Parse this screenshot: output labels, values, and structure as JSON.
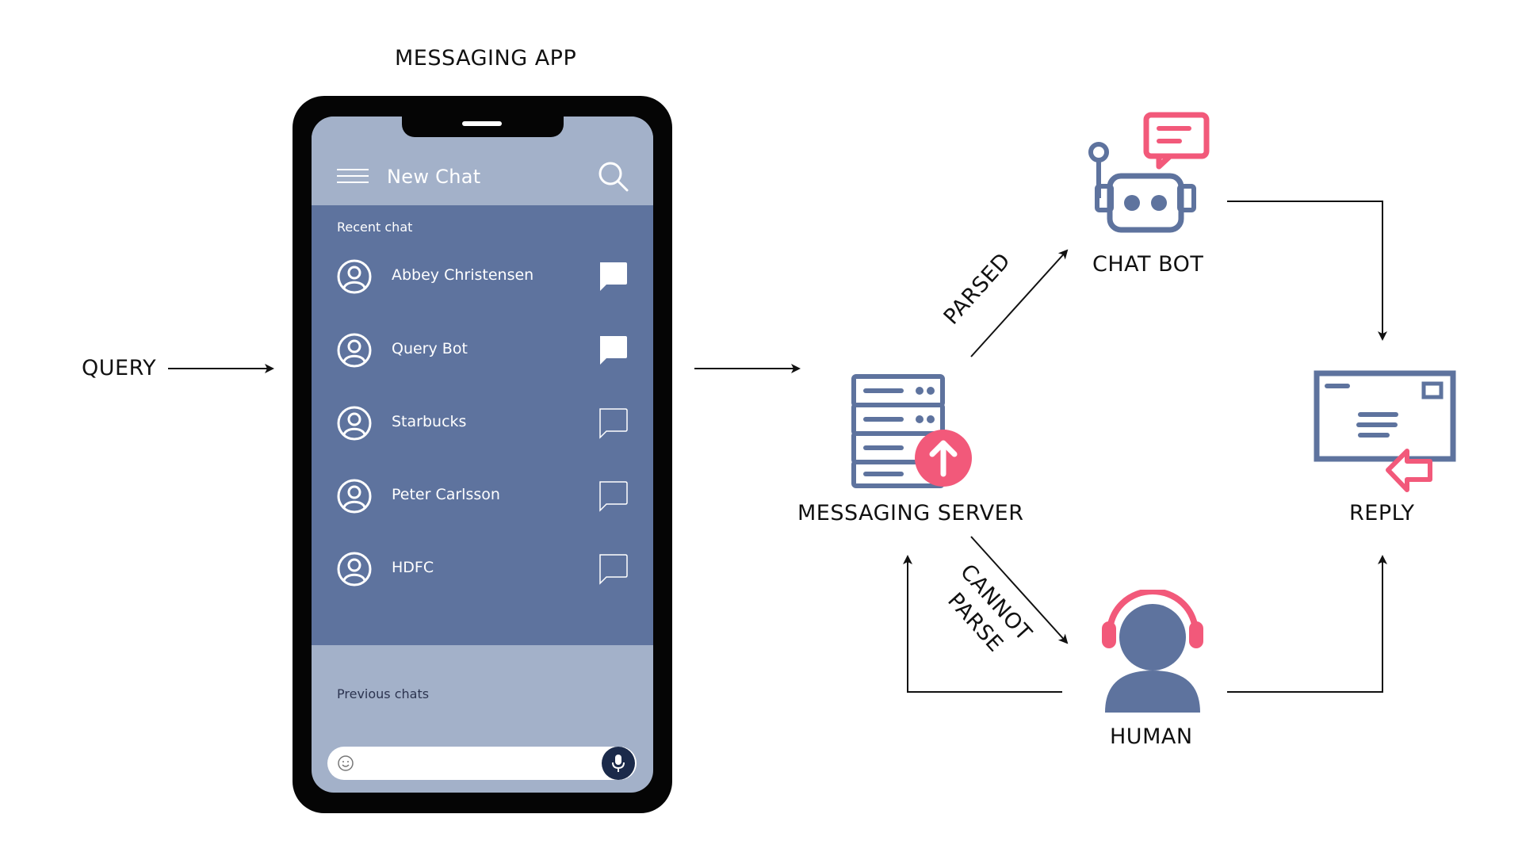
{
  "diagram": {
    "title": "MESSAGING APP",
    "query_label": "QUERY",
    "server_label": "MESSAGING SERVER",
    "chatbot_label": "CHAT BOT",
    "human_label": "HUMAN",
    "reply_label": "REPLY",
    "parsed_label": "PARSED",
    "cannot_label_line1": "CANNOT",
    "cannot_label_line2": "PARSE"
  },
  "phone": {
    "header_title": "New Chat",
    "recent_label": "Recent chat",
    "previous_label": "Previous chats",
    "chats": [
      {
        "name": "Abbey Christensen",
        "bubble": "filled"
      },
      {
        "name": "Query Bot",
        "bubble": "filled"
      },
      {
        "name": "Starbucks",
        "bubble": "outline"
      },
      {
        "name": "Peter Carlsson",
        "bubble": "outline"
      },
      {
        "name": "HDFC",
        "bubble": "outline"
      }
    ]
  },
  "colors": {
    "slate_blue": "#5e739e",
    "light_slate": "#a3b1c9",
    "accent_pink": "#f2597a",
    "navy": "#1b2a4a"
  },
  "icons": [
    "menu-icon",
    "search-icon",
    "user-icon",
    "chat-bubble-icon",
    "emoji-icon",
    "mic-icon",
    "server-icon",
    "upload-icon",
    "robot-icon",
    "message-icon",
    "headset-person-icon",
    "envelope-icon",
    "reply-arrow-icon"
  ]
}
